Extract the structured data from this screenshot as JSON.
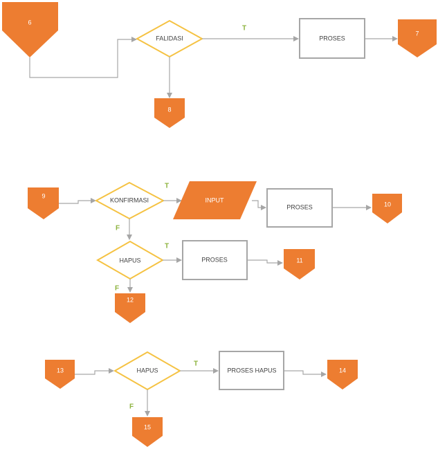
{
  "colors": {
    "connector_orange": "#ed7d31",
    "decision_stroke": "#f5c242",
    "process_stroke": "#a6a6a6",
    "line": "#a6a6a6",
    "branch_label": "#8db33e"
  },
  "diagram": {
    "flow1": {
      "start_connector": "6",
      "decision": "FALIDASI",
      "true_label": "T",
      "process": "PROSES",
      "true_end_connector": "7",
      "false_end_connector": "8"
    },
    "flow2": {
      "start_connector": "9",
      "decision": "KONFIRMASI",
      "true_label": "T",
      "false_label": "F",
      "input": "INPUT",
      "process": "PROSES",
      "end_connector": "10",
      "decision2": "HAPUS",
      "true_label2": "T",
      "false_label2": "F",
      "process2": "PROSES",
      "true_end_connector2": "11",
      "false_end_connector2": "12"
    },
    "flow3": {
      "start_connector": "13",
      "decision": "HAPUS",
      "true_label": "T",
      "false_label": "F",
      "process": "PROSES HAPUS",
      "true_end_connector": "14",
      "false_end_connector": "15"
    }
  }
}
